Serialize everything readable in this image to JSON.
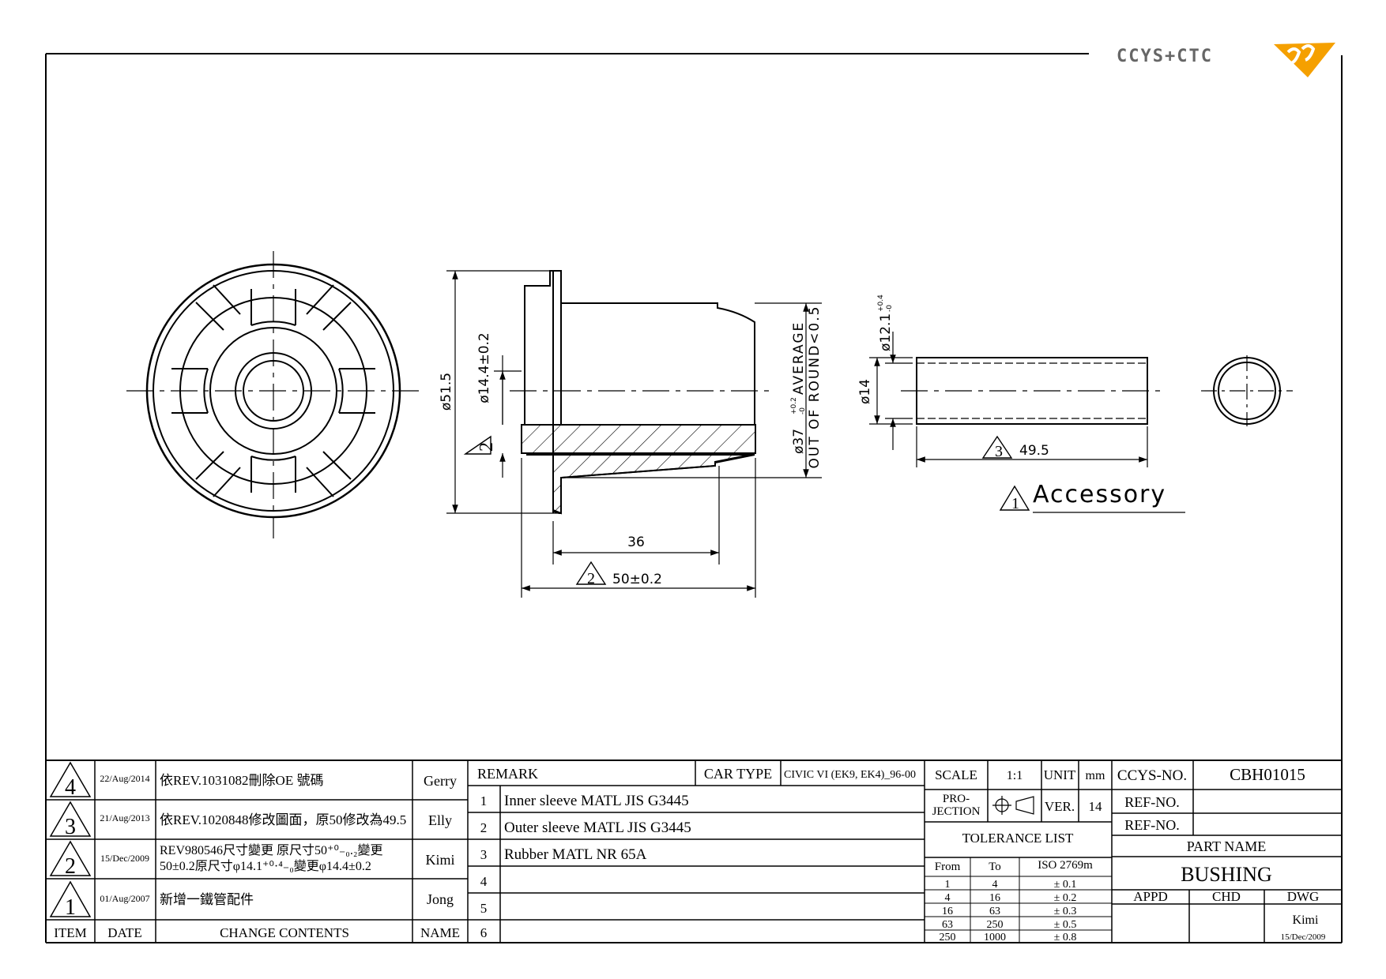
{
  "logo": {
    "text": "CCYS+CTC",
    "accent_color": "#f5a000"
  },
  "dimensions": {
    "outer_dia": "ø51.5",
    "inner_dia": "ø14.4±0.2",
    "avg_dia": "ø37",
    "avg_tol_upper": "+0.2",
    "avg_tol_lower": "-0",
    "avg_label": "AVERAGE",
    "out_of_round": "OUT OF ROUND<0.5",
    "inner_len": "36",
    "overall_len": "50±0.2",
    "acc_top_dia": "ø12.1",
    "acc_top_tol_upper": "+0.4",
    "acc_top_tol_lower": "-0",
    "acc_dia": "ø14",
    "acc_len": "49.5",
    "accessory": "Accessory"
  },
  "rev_markers": {
    "r1": "1",
    "r2": "2",
    "r3": "3"
  },
  "revisions": [
    {
      "item": "4",
      "date": "22/Aug/2014",
      "content": "依REV.1031082刪除OE 號碼",
      "name": "Gerry"
    },
    {
      "item": "3",
      "date": "21/Aug/2013",
      "content": "依REV.1020848修改圖面，原50修改為49.5",
      "name": "Elly"
    },
    {
      "item": "2",
      "date": "15/Dec/2009",
      "content_line1": "REV980546尺寸變更 原尺寸50⁺⁰₋₀.₂變更",
      "content_line2": "50±0.2原尺寸φ14.1⁺⁰·⁴₋₀變更φ14.4±0.2",
      "name": "Kimi"
    },
    {
      "item": "1",
      "date": "01/Aug/2007",
      "content": "新增一鐵管配件",
      "name": "Jong"
    }
  ],
  "rev_headers": {
    "item": "ITEM",
    "date": "DATE",
    "content": "CHANGE CONTENTS",
    "name": "NAME"
  },
  "remark": {
    "header": "REMARK",
    "car_type_label": "CAR TYPE",
    "car_type_value": "CIVIC VI (EK9, EK4)_96-00",
    "rows": [
      {
        "no": "1",
        "text": "Inner sleeve MATL JIS G3445"
      },
      {
        "no": "2",
        "text": "Outer sleeve MATL JIS G3445"
      },
      {
        "no": "3",
        "text": "Rubber MATL NR 65A"
      },
      {
        "no": "4",
        "text": ""
      },
      {
        "no": "5",
        "text": ""
      },
      {
        "no": "6",
        "text": ""
      }
    ]
  },
  "spec": {
    "scale_label": "SCALE",
    "scale_value": "1:1",
    "unit_label": "UNIT",
    "unit_value": "mm",
    "projection_line1": "PRO-",
    "projection_line2": "JECTION",
    "ver_label": "VER.",
    "ver_value": "14",
    "tolerance_title": "TOLERANCE LIST",
    "tol_headers": {
      "from": "From",
      "to": "To",
      "iso": "ISO 2769m"
    },
    "tolerances": [
      {
        "from": "1",
        "to": "4",
        "tol": "± 0.1"
      },
      {
        "from": "4",
        "to": "16",
        "tol": "± 0.2"
      },
      {
        "from": "16",
        "to": "63",
        "tol": "± 0.3"
      },
      {
        "from": "63",
        "to": "250",
        "tol": "± 0.5"
      },
      {
        "from": "250",
        "to": "1000",
        "tol": "± 0.8"
      }
    ]
  },
  "title_block": {
    "ccys_label": "CCYS-NO.",
    "ccys_value": "CBH01015",
    "ref_label_1": "REF-NO.",
    "ref_value_1": "",
    "ref_label_2": "REF-NO.",
    "ref_value_2": "",
    "part_name_label": "PART NAME",
    "part_name": "BUSHING",
    "appd": "APPD",
    "chd": "CHD",
    "dwg": "DWG",
    "dwg_name": "Kimi",
    "dwg_date": "15/Dec/2009"
  }
}
